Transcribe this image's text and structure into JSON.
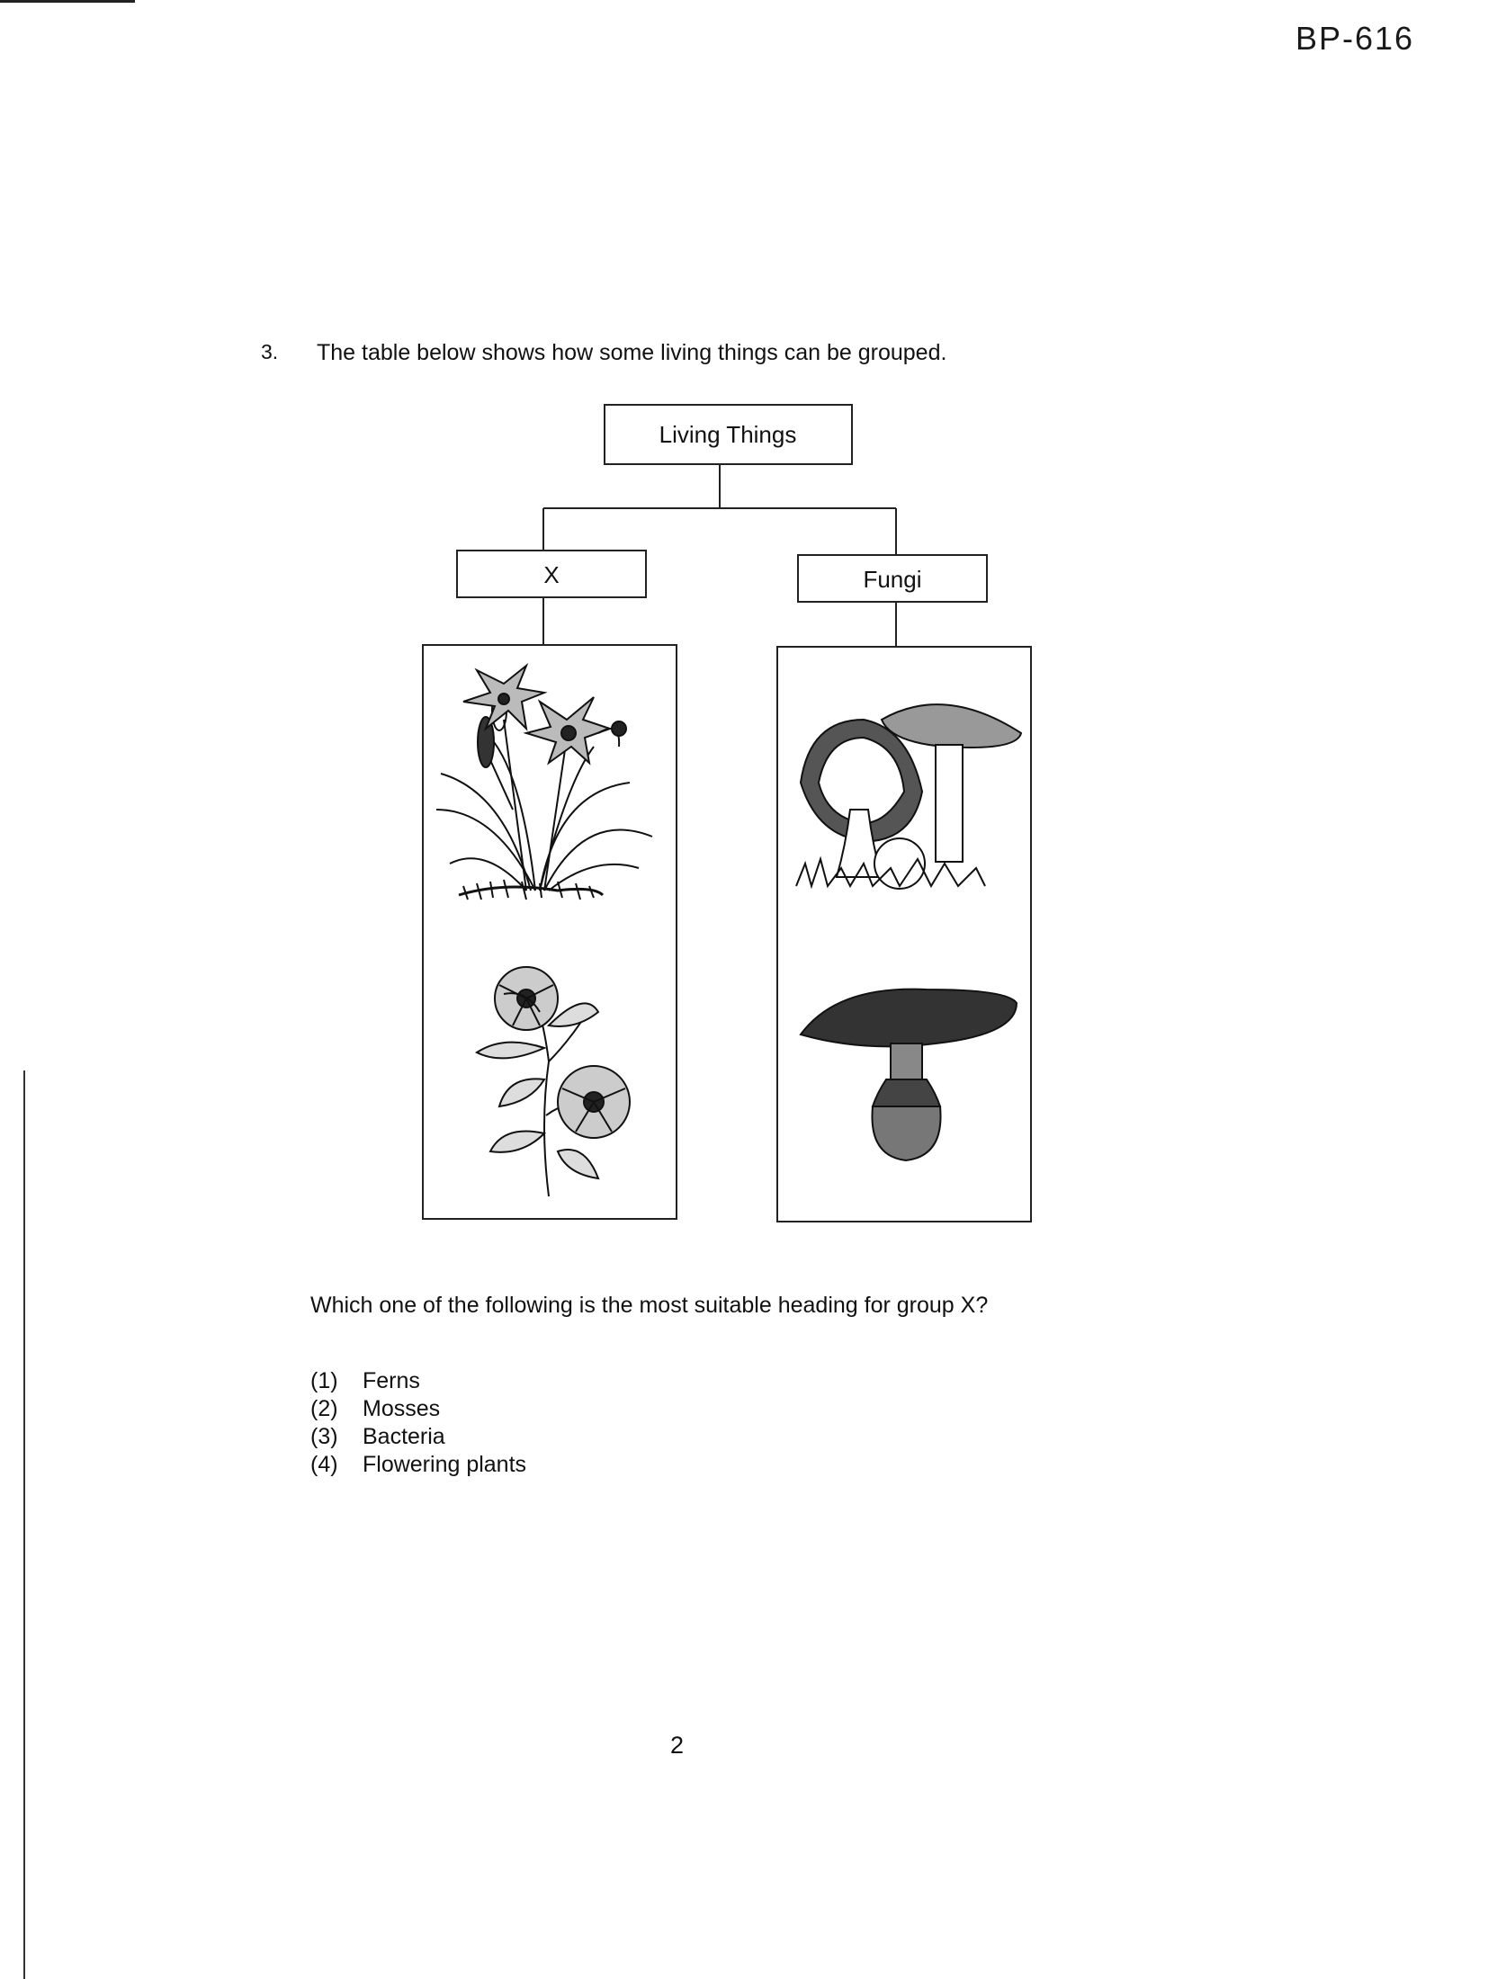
{
  "header": {
    "page_code": "BP-616"
  },
  "question": {
    "number": "3.",
    "text": "The table below shows how some living things can be grouped."
  },
  "diagram": {
    "root_label": "Living Things",
    "left_label": "X",
    "right_label": "Fungi",
    "left_images": [
      "lily-plant-icon",
      "flowering-plant-icon"
    ],
    "right_images": [
      "mushroom-pair-icon",
      "mushroom-icon"
    ]
  },
  "prompt": "Which one of the following is the most suitable heading for group X?",
  "options": [
    {
      "num": "(1)",
      "text": "Ferns"
    },
    {
      "num": "(2)",
      "text": "Mosses"
    },
    {
      "num": "(3)",
      "text": "Bacteria"
    },
    {
      "num": "(4)",
      "text": "Flowering plants"
    }
  ],
  "footer": {
    "page_number": "2"
  }
}
